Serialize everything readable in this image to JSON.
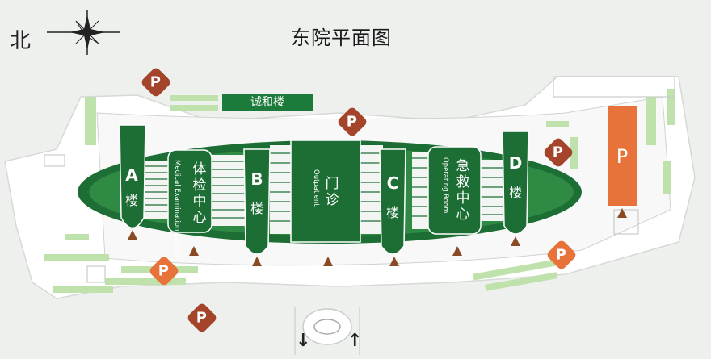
{
  "title": "东院平面图",
  "compass": {
    "north_label": "北",
    "icon": "compass-rose-icon"
  },
  "buildings": {
    "a": {
      "letter": "A",
      "lou": "楼"
    },
    "b": {
      "letter": "B",
      "lou": "楼"
    },
    "c": {
      "letter": "C",
      "lou": "楼"
    },
    "d": {
      "letter": "D",
      "lou": "楼"
    }
  },
  "centers": {
    "medical_exam": {
      "cn": "体检中心",
      "en": "Medical Examination Center"
    },
    "outpatient": {
      "cn": "门诊",
      "en": "Outpatient"
    },
    "operating": {
      "cn": "急救中心",
      "en": "Operating Room"
    }
  },
  "banner": "诚和楼",
  "parking": {
    "label": "P",
    "lot_label": "P"
  },
  "colors": {
    "building_green": "#1d6e35",
    "banner_green": "#1c7a3a",
    "parking_brown": "#a3442b",
    "parking_orange": "#e8733a",
    "triangle": "#8a4b24",
    "grass": "#bfe2ad"
  },
  "arrows": {
    "exit": "↓",
    "enter": "↑"
  }
}
